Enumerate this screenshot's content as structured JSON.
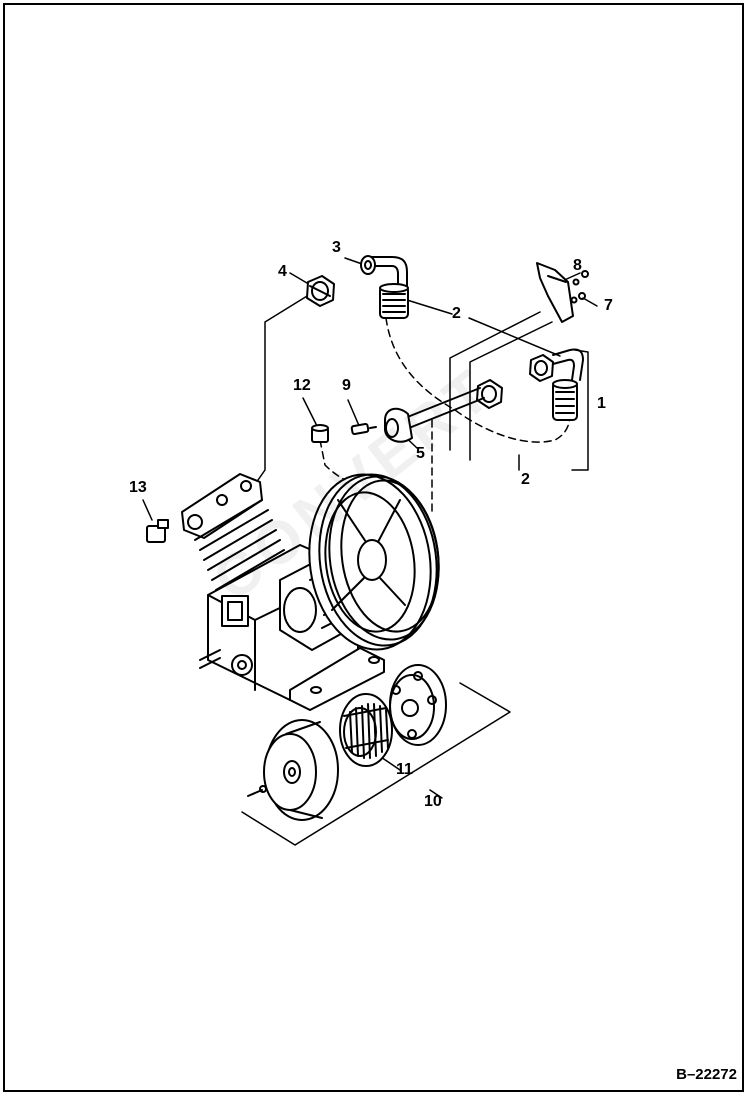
{
  "diagram": {
    "reference_code": "B–22272",
    "callouts": [
      {
        "id": "1",
        "label": "1"
      },
      {
        "id": "2a",
        "label": "2"
      },
      {
        "id": "2b",
        "label": "2"
      },
      {
        "id": "3",
        "label": "3"
      },
      {
        "id": "4",
        "label": "4"
      },
      {
        "id": "5",
        "label": "5"
      },
      {
        "id": "7",
        "label": "7"
      },
      {
        "id": "8",
        "label": "8"
      },
      {
        "id": "9",
        "label": "9"
      },
      {
        "id": "10",
        "label": "10"
      },
      {
        "id": "11",
        "label": "11"
      },
      {
        "id": "12",
        "label": "12"
      },
      {
        "id": "13",
        "label": "13"
      }
    ],
    "stroke_color": "#000000",
    "background_color": "#ffffff"
  }
}
